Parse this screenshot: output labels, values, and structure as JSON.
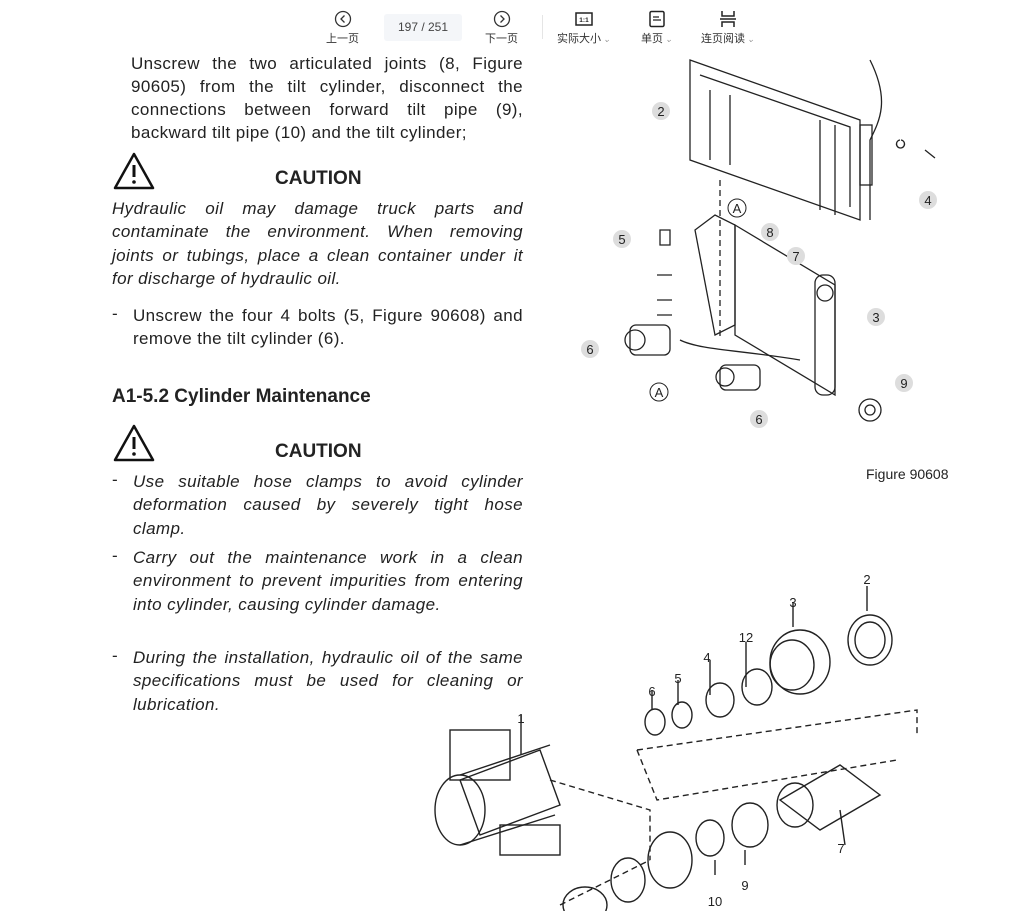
{
  "toolbar": {
    "prev": "上一页",
    "next": "下一页",
    "page": "197 / 251",
    "actual_size": "实际大小",
    "single_page": "单页",
    "continuous": "连页阅读"
  },
  "doc": {
    "para1": "Unscrew the two articulated joints (8, Figure 90605) from the tilt cylinder, disconnect the connections between forward tilt pipe (9), backward tilt pipe (10) and the tilt cylinder;",
    "caution1_title": "CAUTION",
    "caution1_text": "Hydraulic oil may damage truck parts and contaminate the environment. When removing joints or tubings, place a clean container under it for discharge of hydraulic oil.",
    "bullet_mark": "-",
    "step2": "Unscrew the four 4 bolts (5, Figure 90608) and remove the tilt cylinder (6).",
    "heading": "A1-5.2 Cylinder Maintenance",
    "caution2_title": "CAUTION",
    "caution2_items": [
      "Use suitable hose clamps to avoid cylinder deformation caused by severely tight hose clamp.",
      "Carry out the maintenance work in a clean environment to prevent impurities from entering into cylinder, causing cylinder damage.",
      "During the installation, hydraulic oil of the same specifications must be used for cleaning or lubrication."
    ],
    "figure1_caption": "Figure 90608",
    "figure1_callouts": [
      "2",
      "4",
      "A",
      "5",
      "8",
      "7",
      "3",
      "6",
      "A",
      "9",
      "6"
    ],
    "figure2_callouts": [
      "2",
      "3",
      "12",
      "4",
      "5",
      "6",
      "1",
      "7",
      "9",
      "10"
    ]
  }
}
